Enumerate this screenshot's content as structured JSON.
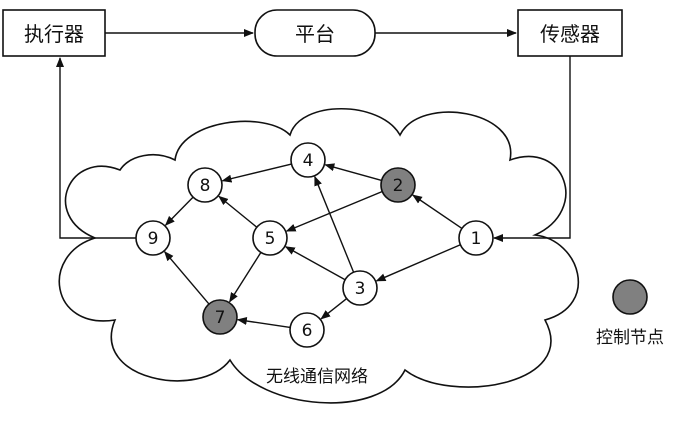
{
  "blocks": {
    "actuator": "执行器",
    "platform": "平台",
    "sensor": "传感器"
  },
  "network": {
    "label": "无线通信网络"
  },
  "nodes": [
    {
      "id": "1",
      "control": false
    },
    {
      "id": "2",
      "control": true
    },
    {
      "id": "3",
      "control": false
    },
    {
      "id": "4",
      "control": false
    },
    {
      "id": "5",
      "control": false
    },
    {
      "id": "6",
      "control": false
    },
    {
      "id": "7",
      "control": true
    },
    {
      "id": "8",
      "control": false
    },
    {
      "id": "9",
      "control": false
    }
  ],
  "edges": [
    [
      "1",
      "2"
    ],
    [
      "1",
      "3"
    ],
    [
      "2",
      "4"
    ],
    [
      "2",
      "5"
    ],
    [
      "3",
      "4"
    ],
    [
      "3",
      "5"
    ],
    [
      "3",
      "6"
    ],
    [
      "4",
      "8"
    ],
    [
      "5",
      "8"
    ],
    [
      "5",
      "7"
    ],
    [
      "6",
      "7"
    ],
    [
      "7",
      "9"
    ],
    [
      "8",
      "9"
    ]
  ],
  "legend": {
    "label": "控制节点"
  },
  "colors": {
    "control_node": "#808080",
    "normal_node": "#ffffff",
    "stroke": "#111111"
  }
}
